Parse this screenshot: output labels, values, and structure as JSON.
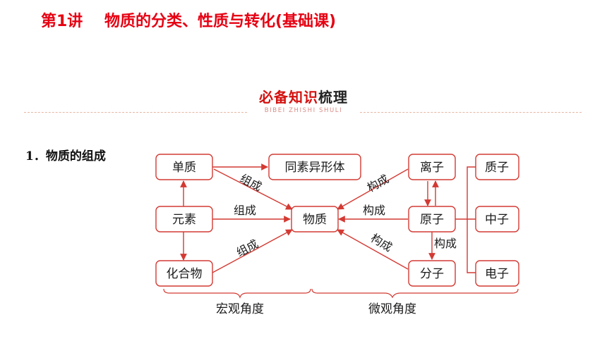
{
  "slide": {
    "title": "第1讲    物质的分类、性质与转化(基础课)"
  },
  "banner": {
    "heading_red": "必备知识",
    "heading_dark": "梳理",
    "subtitle": "BIBEI ZHISHI SHULI"
  },
  "section": {
    "number": "1．",
    "title": "物质的组成"
  },
  "diagram": {
    "nodes": {
      "danzhi": "单质",
      "tongsu": "同素异形体",
      "yuansu": "元素",
      "huahewu": "化合物",
      "wuzhi": "物质",
      "lizi": "离子",
      "yuanzi": "原子",
      "fenzi": "分子",
      "zhizi": "质子",
      "zhongzi": "中子",
      "dianzi": "电子"
    },
    "edges": {
      "danzhi_wuzhi": "组成",
      "yuansu_wuzhi": "组成",
      "huahewu_wuzhi": "组成",
      "lizi_wuzhi": "构成",
      "yuanzi_wuzhi": "构成",
      "fenzi_wuzhi": "构成",
      "yuanzi_fenzi": "构成"
    },
    "groups": {
      "macro": "宏观角度",
      "micro": "微观角度"
    }
  },
  "colors": {
    "title_red": "#e60012",
    "line_red": "#d33a33"
  }
}
